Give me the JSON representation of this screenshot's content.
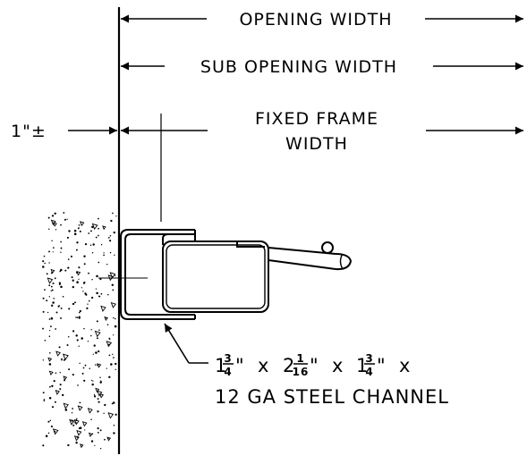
{
  "dimensions": {
    "opening_width": "OPENING WIDTH",
    "sub_opening_width": "SUB OPENING WIDTH",
    "tolerance": "1\"±",
    "fixed_frame_line1": "FIXED FRAME",
    "fixed_frame_line2": "WIDTH"
  },
  "callout": {
    "w_whole": "1",
    "w_num": "3",
    "w_den": "4",
    "h_whole": "2",
    "h_num": "1",
    "h_den": "16",
    "d_whole": "1",
    "d_num": "3",
    "d_den": "4",
    "inch": "\"",
    "times": "x",
    "line2": "12 GA STEEL CHANNEL"
  },
  "colors": {
    "line": "#000000",
    "background": "#ffffff"
  }
}
